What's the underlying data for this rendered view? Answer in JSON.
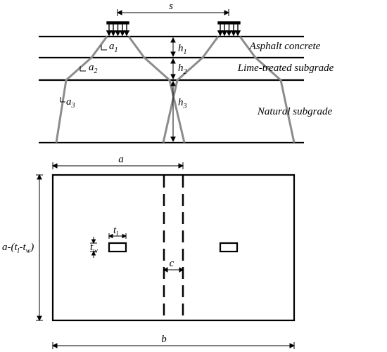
{
  "section": {
    "dim_s": "s",
    "angles": {
      "a": "a",
      "sub1": "1",
      "sub2": "2",
      "sub3": "3"
    },
    "heights": {
      "h": "h",
      "sub1": "1",
      "sub2": "2",
      "sub3": "3"
    },
    "layers": {
      "asphalt": "Asphalt concrete",
      "lime": "Lime-treated subgrade",
      "natural": "Natural subgrade"
    }
  },
  "plan": {
    "dim_a": "a",
    "dim_b": "b",
    "dim_c": "c",
    "tl": {
      "t": "t",
      "sub": "l"
    },
    "tw": {
      "t": "t",
      "sub": "w"
    },
    "left_dim": {
      "p1": "a-(t",
      "sub1": "l",
      "p2": "-t",
      "sub2": "w",
      "p3": ")"
    }
  }
}
